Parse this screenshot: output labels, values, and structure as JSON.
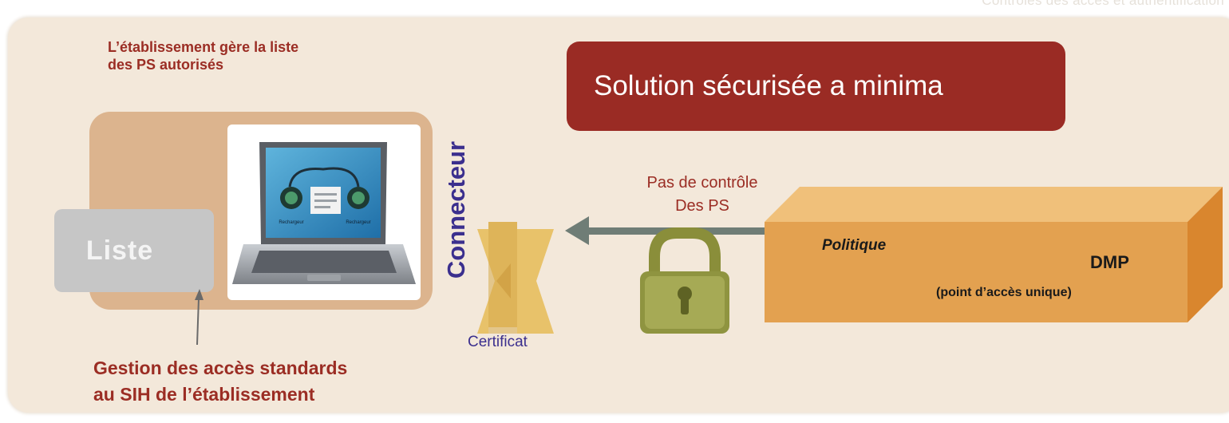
{
  "header": {
    "title": "Contrôles des accès et authentification"
  },
  "establishment_note": "L’établissement gère la liste des PS autorisés",
  "liste": {
    "label": "Liste"
  },
  "laptop": {
    "screen_labels": [
      "Rechargeur",
      "Rechargeur"
    ]
  },
  "connector": {
    "label": "Connecteur",
    "certificate_label": "Certificat"
  },
  "banner": {
    "text": "Solution sécurisée a minima"
  },
  "channel": {
    "line1": "Pas de contrôle",
    "line2": "Des PS"
  },
  "dmp": {
    "policy_label": "Politique",
    "title": "DMP",
    "subtitle": "(point d’accès unique)"
  },
  "footer_note": {
    "line1": "Gestion des accès standards",
    "line2": "au SIH de l’établissement"
  },
  "colors": {
    "brand_red": "#9a2b24",
    "connector_blue": "#3b2f8e",
    "panel_bg": "#f3e8da",
    "dmp_orange": "#e3a150",
    "arrow_gray": "#6f7d76",
    "lock_olive": "#8a8e3a"
  }
}
